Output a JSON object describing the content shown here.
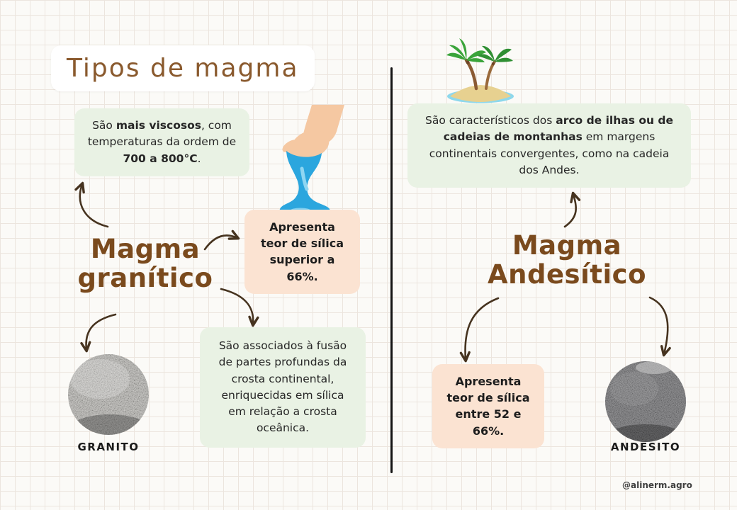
{
  "page": {
    "title": "Tipos de magma",
    "credit": "@alinerm.agro"
  },
  "left": {
    "heading": {
      "line1": "Magma",
      "line2": "granítico"
    },
    "viscosity_box": {
      "seg1": "São ",
      "seg2_bold": "mais viscosos",
      "seg3": ", com temperaturas da ordem de ",
      "seg4_bold": "700 a 800°C",
      "seg5": "."
    },
    "silica_box": "Apresenta teor de sílica superior a 66%.",
    "fusion_box": "São associados à fusão de partes profundas da crosta continental, enriquecidas em sílica em relação a crosta oceânica.",
    "rock_caption": "GRANITO"
  },
  "right": {
    "heading": {
      "line1": "Magma",
      "line2": "Andesítico"
    },
    "arcs_box": {
      "seg1": "São característicos dos ",
      "seg2_bold": "arco de ilhas ou de cadeias de montanhas",
      "seg3": " em margens continentais convergentes, como na cadeia dos Andes."
    },
    "silica_box": "Apresenta teor de sílica entre 52 e 66%.",
    "rock_caption": "ANDESITO"
  },
  "illustrations": {
    "slime_hand": "hand-stretching-blue-slime",
    "island": "palm-tree-island",
    "granite": "granite-rock-photo",
    "andesite": "andesite-rock-photo",
    "arrows": "hand-drawn-connector-arrows"
  },
  "colors": {
    "background": "#fbfaf7",
    "grid_line": "#ece5de",
    "green_box": "#e9f2e4",
    "peach_box": "#fbe3d2",
    "heading_brown": "#7a4a1d",
    "title_brown": "#8a5a2e",
    "arrow_brown": "#46331f",
    "slime_blue": "#2ba6de",
    "divider_black": "#141414"
  }
}
